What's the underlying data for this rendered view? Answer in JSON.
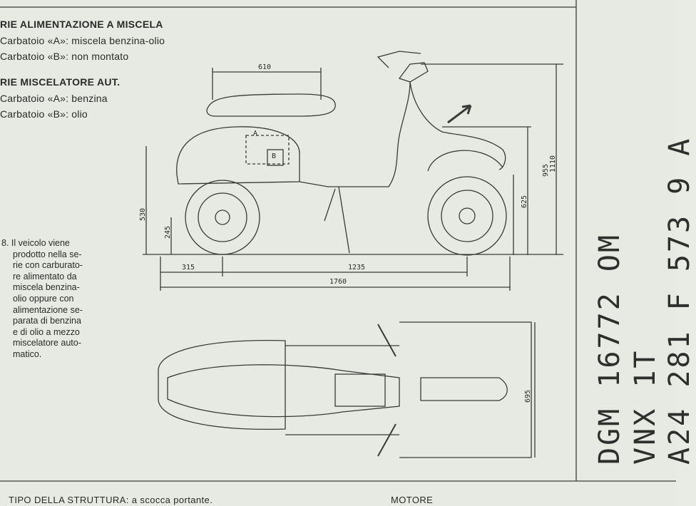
{
  "colors": {
    "paper": "#e6eae2",
    "ink": "#2a2a2a",
    "line": "#3a3a3a"
  },
  "section_a": {
    "title": "RIE ALIMENTAZIONE A MISCELA",
    "line1": "Carbatoio «A»: miscela benzina-olio",
    "line2": "Carbatoio «B»: non montato"
  },
  "section_b": {
    "title": "RIE MISCELATORE AUT.",
    "line1": "Carbatoio «A»: benzina",
    "line2": "Carbatoio «B»: olio"
  },
  "note": {
    "lines": [
      "8. Il veicolo viene",
      "prodotto nella se-",
      "rie con carburato-",
      "re alimentato da",
      "miscela benzina-",
      "olio oppure con",
      "alimentazione se-",
      "parata di benzina",
      "e di olio a mezzo",
      "miscelatore auto-",
      "matico."
    ]
  },
  "dimensions": {
    "d610": "610",
    "d955": "955",
    "d1110": "1110",
    "d625": "625",
    "d530": "530",
    "d245": "245",
    "d315": "315",
    "d1235": "1235",
    "d1760": "1760",
    "d695": "695",
    "tankA": "A",
    "tankB": "B"
  },
  "stamp": {
    "line1": "DGM 16772 OM",
    "line2": "VNX 1T",
    "line3": "A24 281 F 573 9 A"
  },
  "bottom": {
    "structure": "TIPO DELLA STRUTTURA: a scocca portante.",
    "motore": "MOTORE"
  }
}
